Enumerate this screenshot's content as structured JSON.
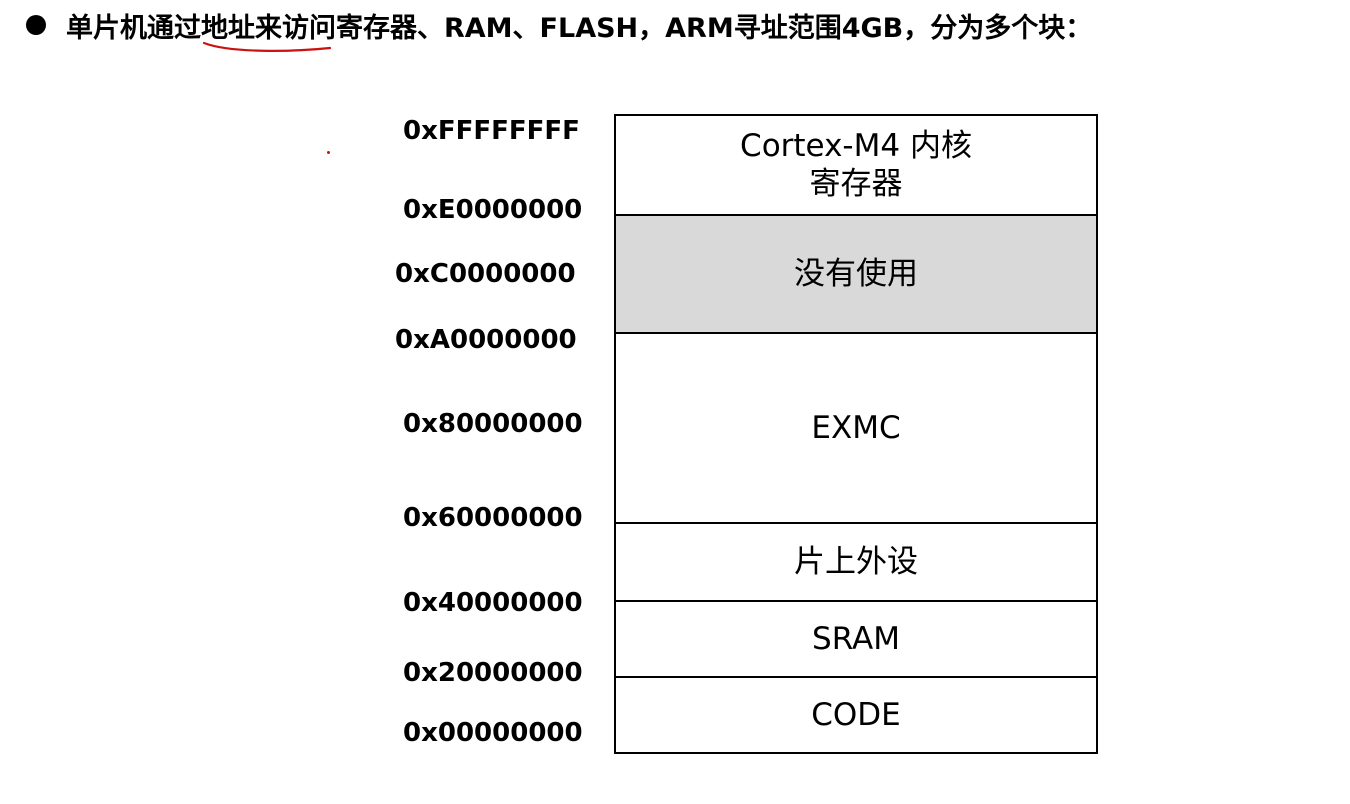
{
  "heading": {
    "text": "单片机通过地址来访问寄存器、RAM、FLASH，ARM寻址范围4GB，分为多个块："
  },
  "colors": {
    "unused_fill": "#d9d9d9",
    "pen_annotation": "#cc1111"
  },
  "address_labels": [
    "0xFFFFFFFF",
    "0xE0000000",
    "0xC0000000",
    "0xA0000000",
    "0x80000000",
    "0x60000000",
    "0x40000000",
    "0x20000000",
    "0x00000000"
  ],
  "regions": [
    {
      "lines": [
        "Cortex-M4 内核",
        "寄存器"
      ],
      "shaded": false
    },
    {
      "lines": [
        "没有使用"
      ],
      "shaded": true
    },
    {
      "lines": [
        "EXMC"
      ],
      "shaded": false
    },
    {
      "lines": [
        "片上外设"
      ],
      "shaded": false
    },
    {
      "lines": [
        "SRAM"
      ],
      "shaded": false
    },
    {
      "lines": [
        "CODE"
      ],
      "shaded": false
    }
  ]
}
